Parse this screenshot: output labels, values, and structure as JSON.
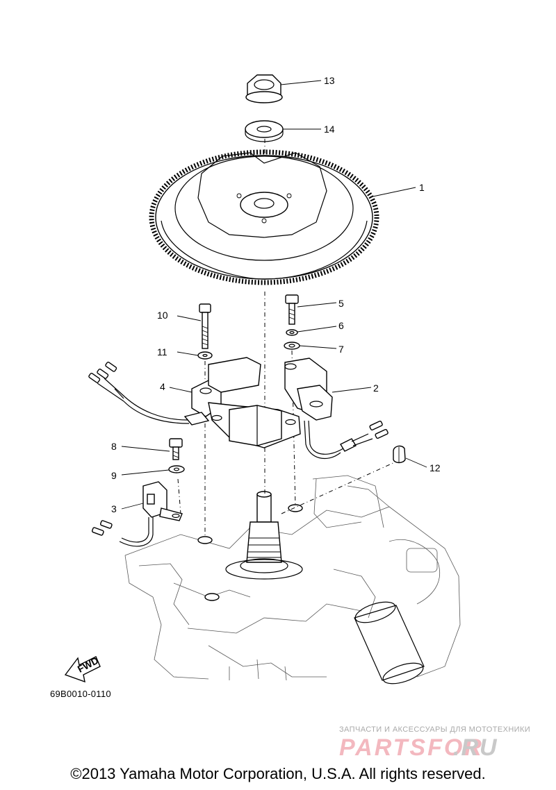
{
  "diagram": {
    "part_numbers": [
      "1",
      "2",
      "3",
      "4",
      "5",
      "6",
      "7",
      "8",
      "9",
      "10",
      "11",
      "12",
      "13",
      "14"
    ],
    "direction_arrow_label": "FWD",
    "diagram_code": "69B0010-0110"
  },
  "footer": {
    "copyright": "©2013 Yamaha Motor Corporation, U.S.A. All rights reserved."
  },
  "watermark": {
    "tagline": "ЗАПЧАСТИ И АКСЕССУАРЫ ДЛЯ МОТОТЕХНИКИ",
    "brand": "PARTSFOR",
    "suffix": ".RU"
  }
}
